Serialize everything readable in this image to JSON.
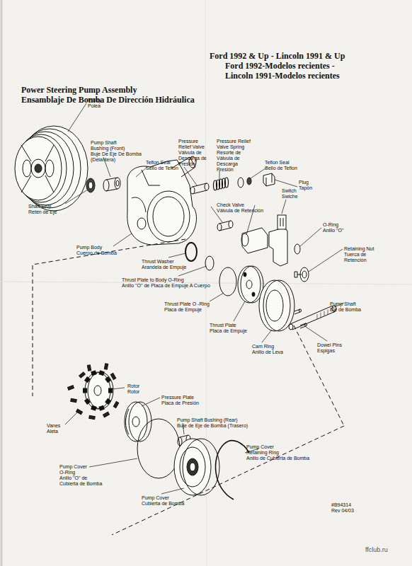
{
  "diagram": {
    "title": "Power Steering Pump Assembly",
    "labels": [
      "Ford 1992 & Up - Lincoln 1991 & Up",
      "Ford 1992-Modelos recientes -",
      "Lincoln 1991-Modelos recientes",
      "Ensamblaje De Bomba De Dirección Hidráulica",
      "Pulley",
      "Polea",
      "Pump Shaft",
      "Bushing (Front)",
      "Buje De Eje De Bomba",
      "(Delantera)",
      "Teflon Seal",
      "Sello de Teflon",
      "Pressure",
      "Relief Valve",
      "Válvula de",
      "Descarga de",
      "Presión",
      "Pressure Relief",
      "Valve Spring",
      "Resorte de",
      "Válvula de",
      "Descarga",
      "Presión",
      "Teflon Seal",
      "Sello de Teflon",
      "Plug",
      "Tapón",
      "Switch",
      "Swiche",
      "Check Valve",
      "Válvula de Retención",
      "Shaft Seal",
      "Retén de Eje",
      "O-Ring",
      "Anillo \"O\"",
      "Retaining Nut",
      "Tuerca de",
      "Retención",
      "Pump Body",
      "Cuerpo de Bomba",
      "Thrust Washer",
      "Arandela de Empuje",
      "Thrust Plate to Body O-Ring",
      "Anillo \"O\" de Placa de Empuje A Cuerpo",
      "Thrust Plate O -Ring",
      "Placa de Empuje",
      "Pump Shaft",
      "Eje de Bomba",
      "Thrust Plate",
      "Placa de Empuje",
      "Cam Ring",
      "Anillo de Leva",
      "Dowel Pins",
      "Espigas",
      "Rotor",
      "Rotor",
      "Pressure Plate",
      "Placa de Presión",
      "Pump Shaft Bushing (Rear)",
      "Buje de Eje de Bomba (Trasero)",
      "Vanes",
      "Aleta",
      "Pump Cover",
      "Retaining Ring",
      "Anillo de Cubierta de Bomba",
      "Pump Cover",
      "O-Ring",
      "Anillo \"O\" de",
      "Cubierta de Bomba",
      "Pump Cover",
      "Cubierta de Bomba",
      "#B94314",
      "Rev 04/03",
      "ffclub.ru"
    ]
  }
}
